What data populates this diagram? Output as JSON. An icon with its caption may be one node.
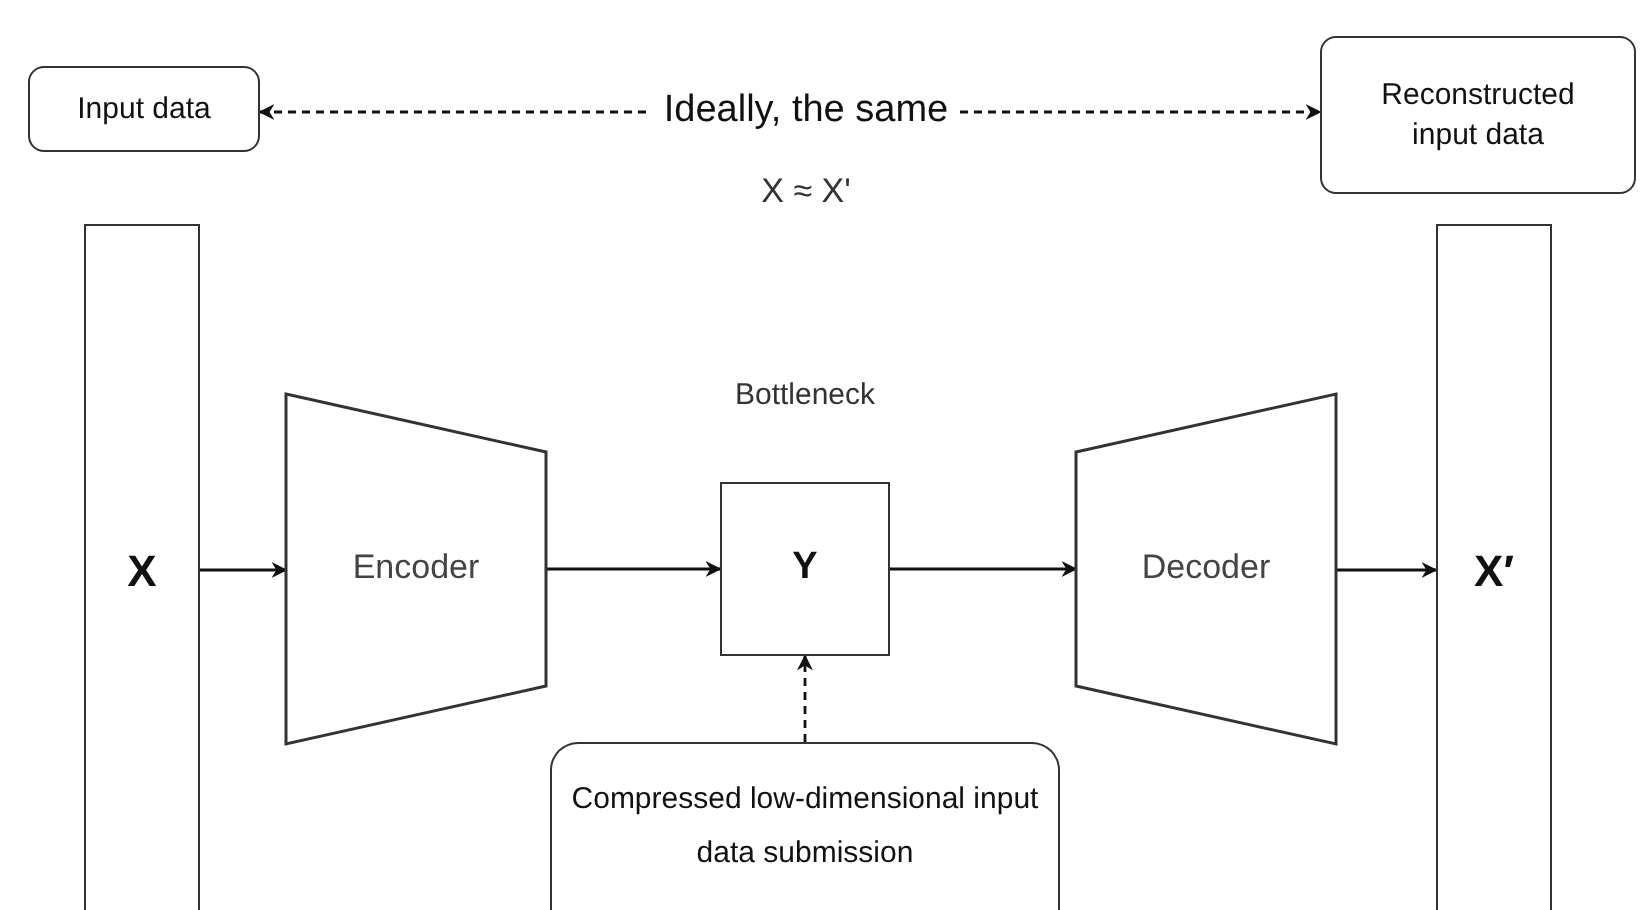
{
  "diagram": {
    "nodes": [
      {
        "text": [
          "Input data"
        ]
      },
      {
        "text": [
          "Reconstructed input data"
        ]
      },
      {
        "text": [
          "X"
        ]
      },
      {
        "text": [
          "Encoder"
        ]
      },
      {
        "text": [
          "Y"
        ],
        "beside": [
          "Bottleneck"
        ]
      },
      {
        "text": [
          "Decoder"
        ]
      },
      {
        "text": [
          "X′"
        ]
      },
      {
        "text": [
          "Compressed low-dimensional input data submission"
        ]
      }
    ],
    "edges": [
      {
        "from": 0,
        "to": 1,
        "arrow": "both",
        "label": "Ideally, the same",
        "style": "dashed"
      },
      {
        "from": 2,
        "to": 3,
        "arrow": "to"
      },
      {
        "from": 3,
        "to": 4,
        "arrow": "to"
      },
      {
        "from": 4,
        "to": 5,
        "arrow": "to"
      },
      {
        "from": 5,
        "to": 6,
        "arrow": "to"
      },
      {
        "from": 7,
        "to": 4,
        "arrow": "to",
        "style": "dashed"
      }
    ],
    "labels": [
      "X ≈ X'"
    ]
  }
}
